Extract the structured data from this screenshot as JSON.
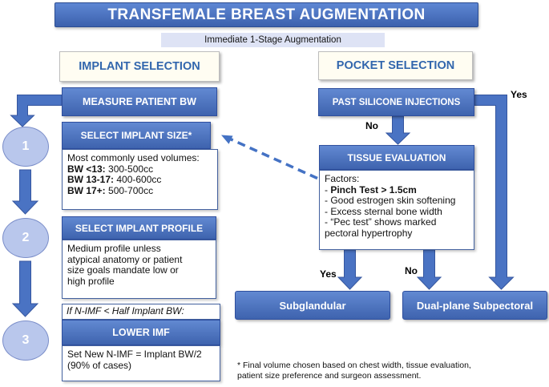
{
  "banner": {
    "title": "TRANSFEMALE BREAST AUGMENTATION"
  },
  "subtitle": "Immediate 1-Stage Augmentation",
  "implant": {
    "header": "IMPLANT SELECTION",
    "measure": "MEASURE PATIENT BW",
    "size": {
      "header": "SELECT IMPLANT SIZE*",
      "intro": "Most commonly used volumes:",
      "volumes": [
        {
          "bw": "BW <13:",
          "cc": "300-500cc"
        },
        {
          "bw": "BW 13-17:",
          "cc": "400-600cc"
        },
        {
          "bw": "BW 17+:",
          "cc": "500-700cc"
        }
      ]
    },
    "profile": {
      "header": "SELECT IMPLANT PROFILE",
      "body": "Medium profile unless\natypical anatomy or patient\nsize goals mandate low or\nhigh profile"
    },
    "imf": {
      "condition": "If N-IMF < Half Implant BW:",
      "header": "LOWER IMF",
      "body": "Set New N-IMF = Implant BW/2\n(90% of cases)"
    },
    "steps": [
      "1",
      "2",
      "3"
    ]
  },
  "pocket": {
    "header": "POCKET SELECTION",
    "silicone": "PAST SILICONE INJECTIONS",
    "tissue": {
      "header": "TISSUE EVALUATION",
      "intro": "Factors:",
      "factors": [
        {
          "dash": "- ",
          "bold": "Pinch Test > 1.5cm",
          "text": ""
        },
        {
          "dash": "- ",
          "bold": "",
          "text": "Good estrogen skin softening"
        },
        {
          "dash": "- ",
          "bold": "",
          "text": "Excess sternal bone width"
        },
        {
          "dash": "- ",
          "bold": "",
          "text": "“Pec test” shows marked\npectoral hypertrophy"
        }
      ]
    },
    "labels": {
      "yes_silicone": "Yes",
      "no_silicone": "No",
      "yes_tissue": "Yes",
      "no_tissue": "No"
    },
    "outcomes": {
      "subglandular": "Subglandular",
      "dual_plane": "Dual-plane Subpectoral"
    }
  },
  "footnote": "* Final volume chosen based on chest width, tissue evaluation,\npatient size preference and surgeon assessment.",
  "colors": {
    "banner_blue": "#4472c4",
    "box_blue_top": "#6289d2",
    "box_blue_bottom": "#3e63ae",
    "arrow_blue": "#4a73c3",
    "light_bar": "#dee3f5",
    "circle_fill": "#b9c7ec",
    "header_text_blue": "#3166ad",
    "ivory": "#fffdf2"
  }
}
